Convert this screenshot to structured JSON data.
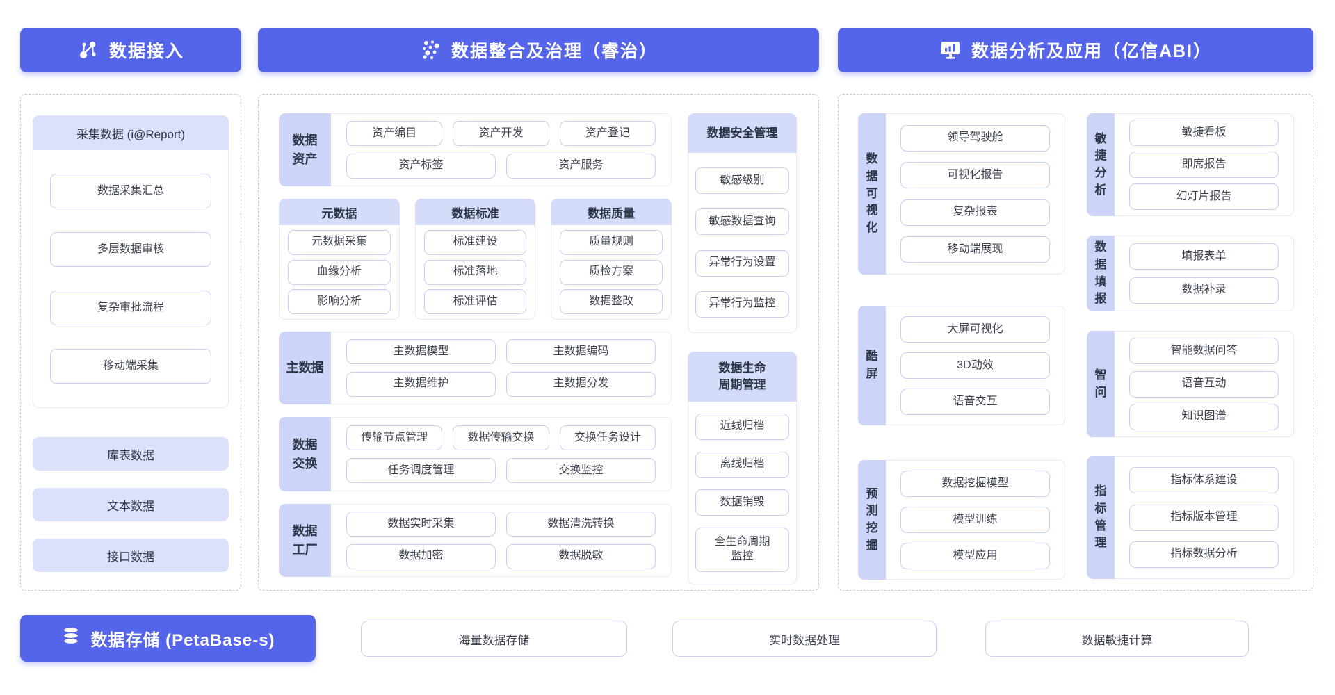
{
  "colors": {
    "header_blue": "#5565EA",
    "light_purple": "#DBE1FA",
    "label_purple": "#CCD5F8",
    "button_border": "#C6CFF3",
    "text": "#3D4351"
  },
  "headers": {
    "access": "数据接入",
    "governance": "数据整合及治理（睿治）",
    "analysis": "数据分析及应用（亿信ABI）"
  },
  "access": {
    "card_title": "采集数据 (i@Report)",
    "card_items": [
      "数据采集汇总",
      "多层数据审核",
      "复杂审批流程",
      "移动端采集"
    ],
    "boxes": [
      "库表数据",
      "文本数据",
      "接口数据"
    ]
  },
  "governance": {
    "asset": {
      "label": "数据\n资产",
      "row1": [
        "资产编目",
        "资产开发",
        "资产登记"
      ],
      "row2": [
        "资产标签",
        "资产服务"
      ]
    },
    "metadata": {
      "title": "元数据",
      "items": [
        "元数据采集",
        "血缘分析",
        "影响分析"
      ]
    },
    "standard": {
      "title": "数据标准",
      "items": [
        "标准建设",
        "标准落地",
        "标准评估"
      ]
    },
    "quality": {
      "title": "数据质量",
      "items": [
        "质量规则",
        "质检方案",
        "数据整改"
      ]
    },
    "master": {
      "label": "主数据",
      "row1": [
        "主数据模型",
        "主数据编码"
      ],
      "row2": [
        "主数据维护",
        "主数据分发"
      ]
    },
    "exchange": {
      "label": "数据\n交换",
      "row1": [
        "传输节点管理",
        "数据传输交换",
        "交换任务设计"
      ],
      "row2": [
        "任务调度管理",
        "交换监控"
      ]
    },
    "factory": {
      "label": "数据\n工厂",
      "row1": [
        "数据实时采集",
        "数据清洗转换"
      ],
      "row2": [
        "数据加密",
        "数据脱敏"
      ]
    },
    "security": {
      "title": "数据安全管理",
      "items": [
        "敏感级别",
        "敏感数据查询",
        "异常行为设置",
        "异常行为监控"
      ]
    },
    "lifecycle": {
      "title": "数据生命\n周期管理",
      "items": [
        "近线归档",
        "离线归档",
        "数据销毁",
        "全生命周期\n监控"
      ]
    }
  },
  "analysis": {
    "visualization": {
      "label": "数据可视化",
      "items": [
        "领导驾驶舱",
        "可视化报告",
        "复杂报表",
        "移动端展现"
      ]
    },
    "coolscreen": {
      "label": "酷屏",
      "items": [
        "大屏可视化",
        "3D动效",
        "语音交互"
      ]
    },
    "mining": {
      "label": "预测挖掘",
      "items": [
        "数据挖掘模型",
        "模型训练",
        "模型应用"
      ]
    },
    "agile": {
      "label": "敏捷分析",
      "items": [
        "敏捷看板",
        "即席报告",
        "幻灯片报告"
      ]
    },
    "filling": {
      "label": "数据填报",
      "items": [
        "填报表单",
        "数据补录"
      ]
    },
    "zhiwen": {
      "label": "智问",
      "items": [
        "智能数据问答",
        "语音互动",
        "知识图谱"
      ]
    },
    "indicator": {
      "label": "指标管理",
      "items": [
        "指标体系建设",
        "指标版本管理",
        "指标数据分析"
      ]
    }
  },
  "storage": {
    "label": "数据存储 (PetaBase-s)",
    "items": [
      "海量数据存储",
      "实时数据处理",
      "数据敏捷计算"
    ]
  }
}
